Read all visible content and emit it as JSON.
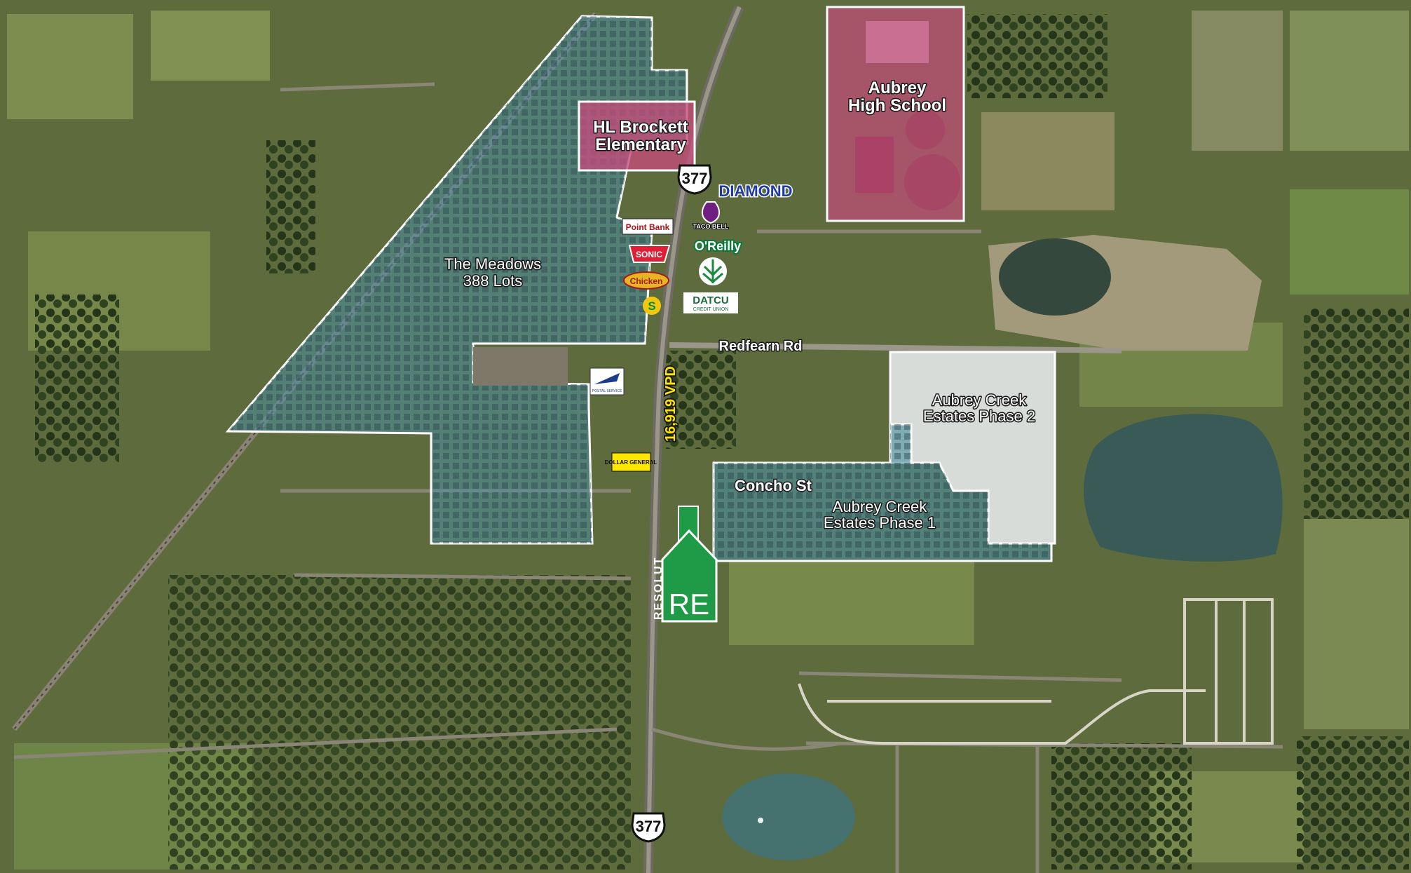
{
  "map": {
    "colors": {
      "aerial_base": "#5d6b3c",
      "field": "#7c8b4d",
      "trees": "#2e3f22",
      "residential_overlay": "#4f8fa0",
      "school_overlay": "#c2577e",
      "site_marker": "#1f9a46",
      "vpd_text": "#ffe600"
    },
    "zones": {
      "meadows": {
        "line1": "The Meadows",
        "line2": "388 Lots"
      },
      "elementary": {
        "line1": "HL Brockett",
        "line2": "Elementary"
      },
      "high_school": {
        "line1": "Aubrey",
        "line2": "High School"
      },
      "phase2": {
        "line1": "Aubrey Creek",
        "line2": "Estates Phase 2"
      },
      "phase1": {
        "line1": "Aubrey Creek",
        "line2": "Estates Phase 1"
      }
    },
    "roads": {
      "redfearn": "Redfearn Rd",
      "concho": "Concho St",
      "traffic_count": "16,919 VPD"
    },
    "highway_shield": {
      "number": "377"
    },
    "logos": {
      "diamond": "DIAMOND",
      "point_bank": "Point Bank",
      "sonic": "SONIC",
      "chicken_express": "Chicken",
      "taco_bell": "TACO BELL",
      "oreilly": "O'Reilly",
      "datcu_name": "DATCU",
      "datcu_sub": "CREDIT UNION",
      "dollar_general": "DOLLAR GENERAL",
      "usps": "POSTAL SERVICE"
    },
    "site_marker": {
      "brand_vertical": "RESOLUT",
      "brand_mark": "RE"
    }
  }
}
